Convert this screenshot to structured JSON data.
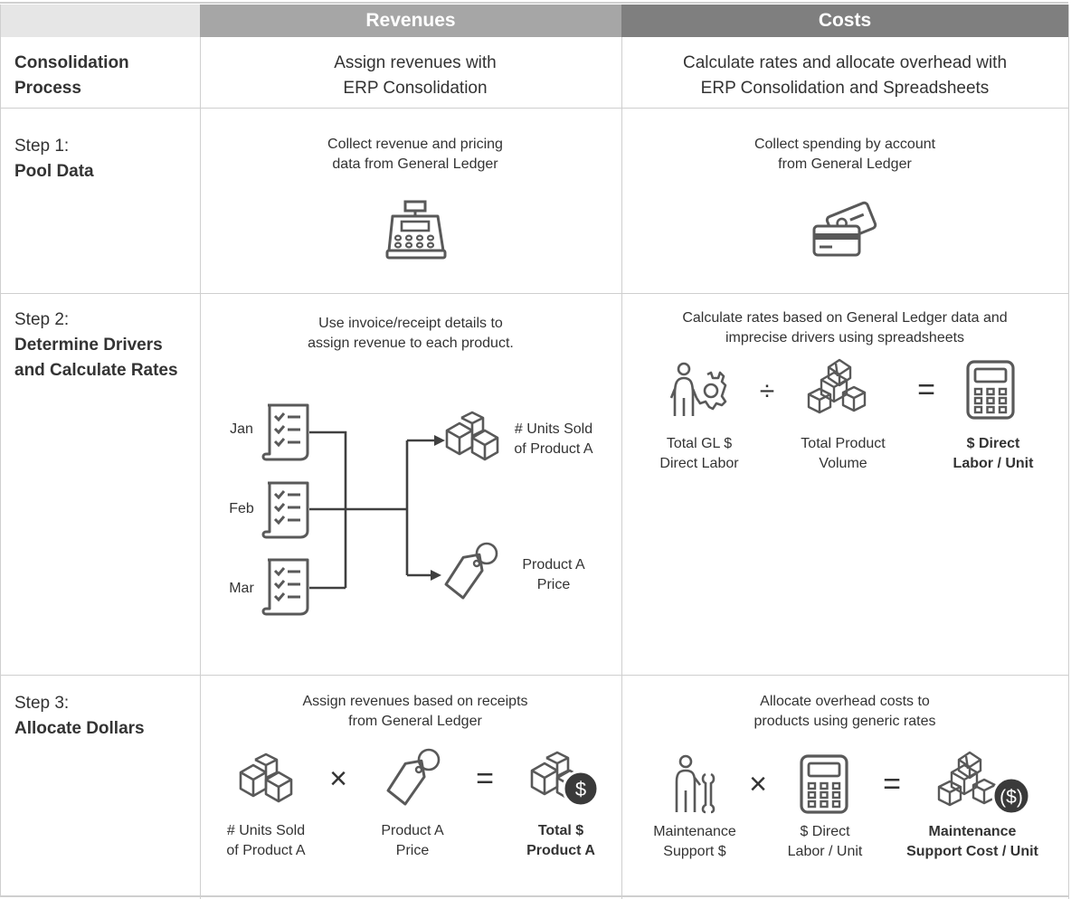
{
  "header": {
    "revenues": "Revenues",
    "costs": "Costs"
  },
  "rows": {
    "process": {
      "label_line1": "Consolidation",
      "label_line2": "Process",
      "rev_line1": "Assign revenues with",
      "rev_line2": "ERP Consolidation",
      "cost_line1": "Calculate rates and allocate overhead with",
      "cost_line2": "ERP Consolidation and Spreadsheets"
    },
    "step1": {
      "label_line1": "Step 1:",
      "label_line2": "Pool Data",
      "rev_line1": "Collect revenue and pricing",
      "rev_line2": "data from General Ledger",
      "cost_line1": "Collect spending by account",
      "cost_line2": "from General Ledger"
    },
    "step2": {
      "label_line1": "Step 2:",
      "label_line2": "Determine Drivers",
      "label_line3": "and Calculate Rates",
      "rev_line1": "Use invoice/receipt details to",
      "rev_line2": "assign revenue to each product.",
      "months": [
        "Jan",
        "Feb",
        "Mar"
      ],
      "units_line1": "# Units Sold",
      "units_line2": "of Product A",
      "price_line1": "Product A",
      "price_line2": "Price",
      "cost_line1": "Calculate rates based on General Ledger data and",
      "cost_line2": "imprecise drivers using spreadsheets",
      "gl_line1": "Total GL $",
      "gl_line2": "Direct Labor",
      "vol_line1": "Total Product",
      "vol_line2": "Volume",
      "rate_line1": "$ Direct",
      "rate_line2": "Labor / Unit",
      "divide": "÷",
      "equals": "="
    },
    "step3": {
      "label_line1": "Step 3:",
      "label_line2": "Allocate Dollars",
      "rev_line1": "Assign revenues based on receipts",
      "rev_line2": "from General Ledger",
      "units_line1": "# Units Sold",
      "units_line2": "of Product A",
      "price_line1": "Product A",
      "price_line2": "Price",
      "total_line1": "Total $",
      "total_line2": "Product A",
      "cost_line1": "Allocate overhead costs to",
      "cost_line2": "products using generic rates",
      "maint_line1": "Maintenance",
      "maint_line2": "Support $",
      "dl_line1": "$ Direct",
      "dl_line2": "Labor / Unit",
      "msc_line1": "Maintenance",
      "msc_line2": "Support Cost / Unit",
      "times": "×",
      "equals": "="
    }
  },
  "colors": {
    "header_blank": "#e6e6e6",
    "header_revenues": "#a6a6a6",
    "header_costs": "#7f7f7f",
    "grid": "#cfcfcf",
    "icon": "#595959"
  },
  "icons": [
    "cash-register-icon",
    "credit-card-icon",
    "invoice-icon",
    "boxes-icon",
    "price-tag-icon",
    "worker-gear-icon",
    "stacked-boxes-icon",
    "calculator-icon",
    "boxes-dollar-icon",
    "mechanic-wrench-icon",
    "stacked-boxes-dollar-icon"
  ]
}
